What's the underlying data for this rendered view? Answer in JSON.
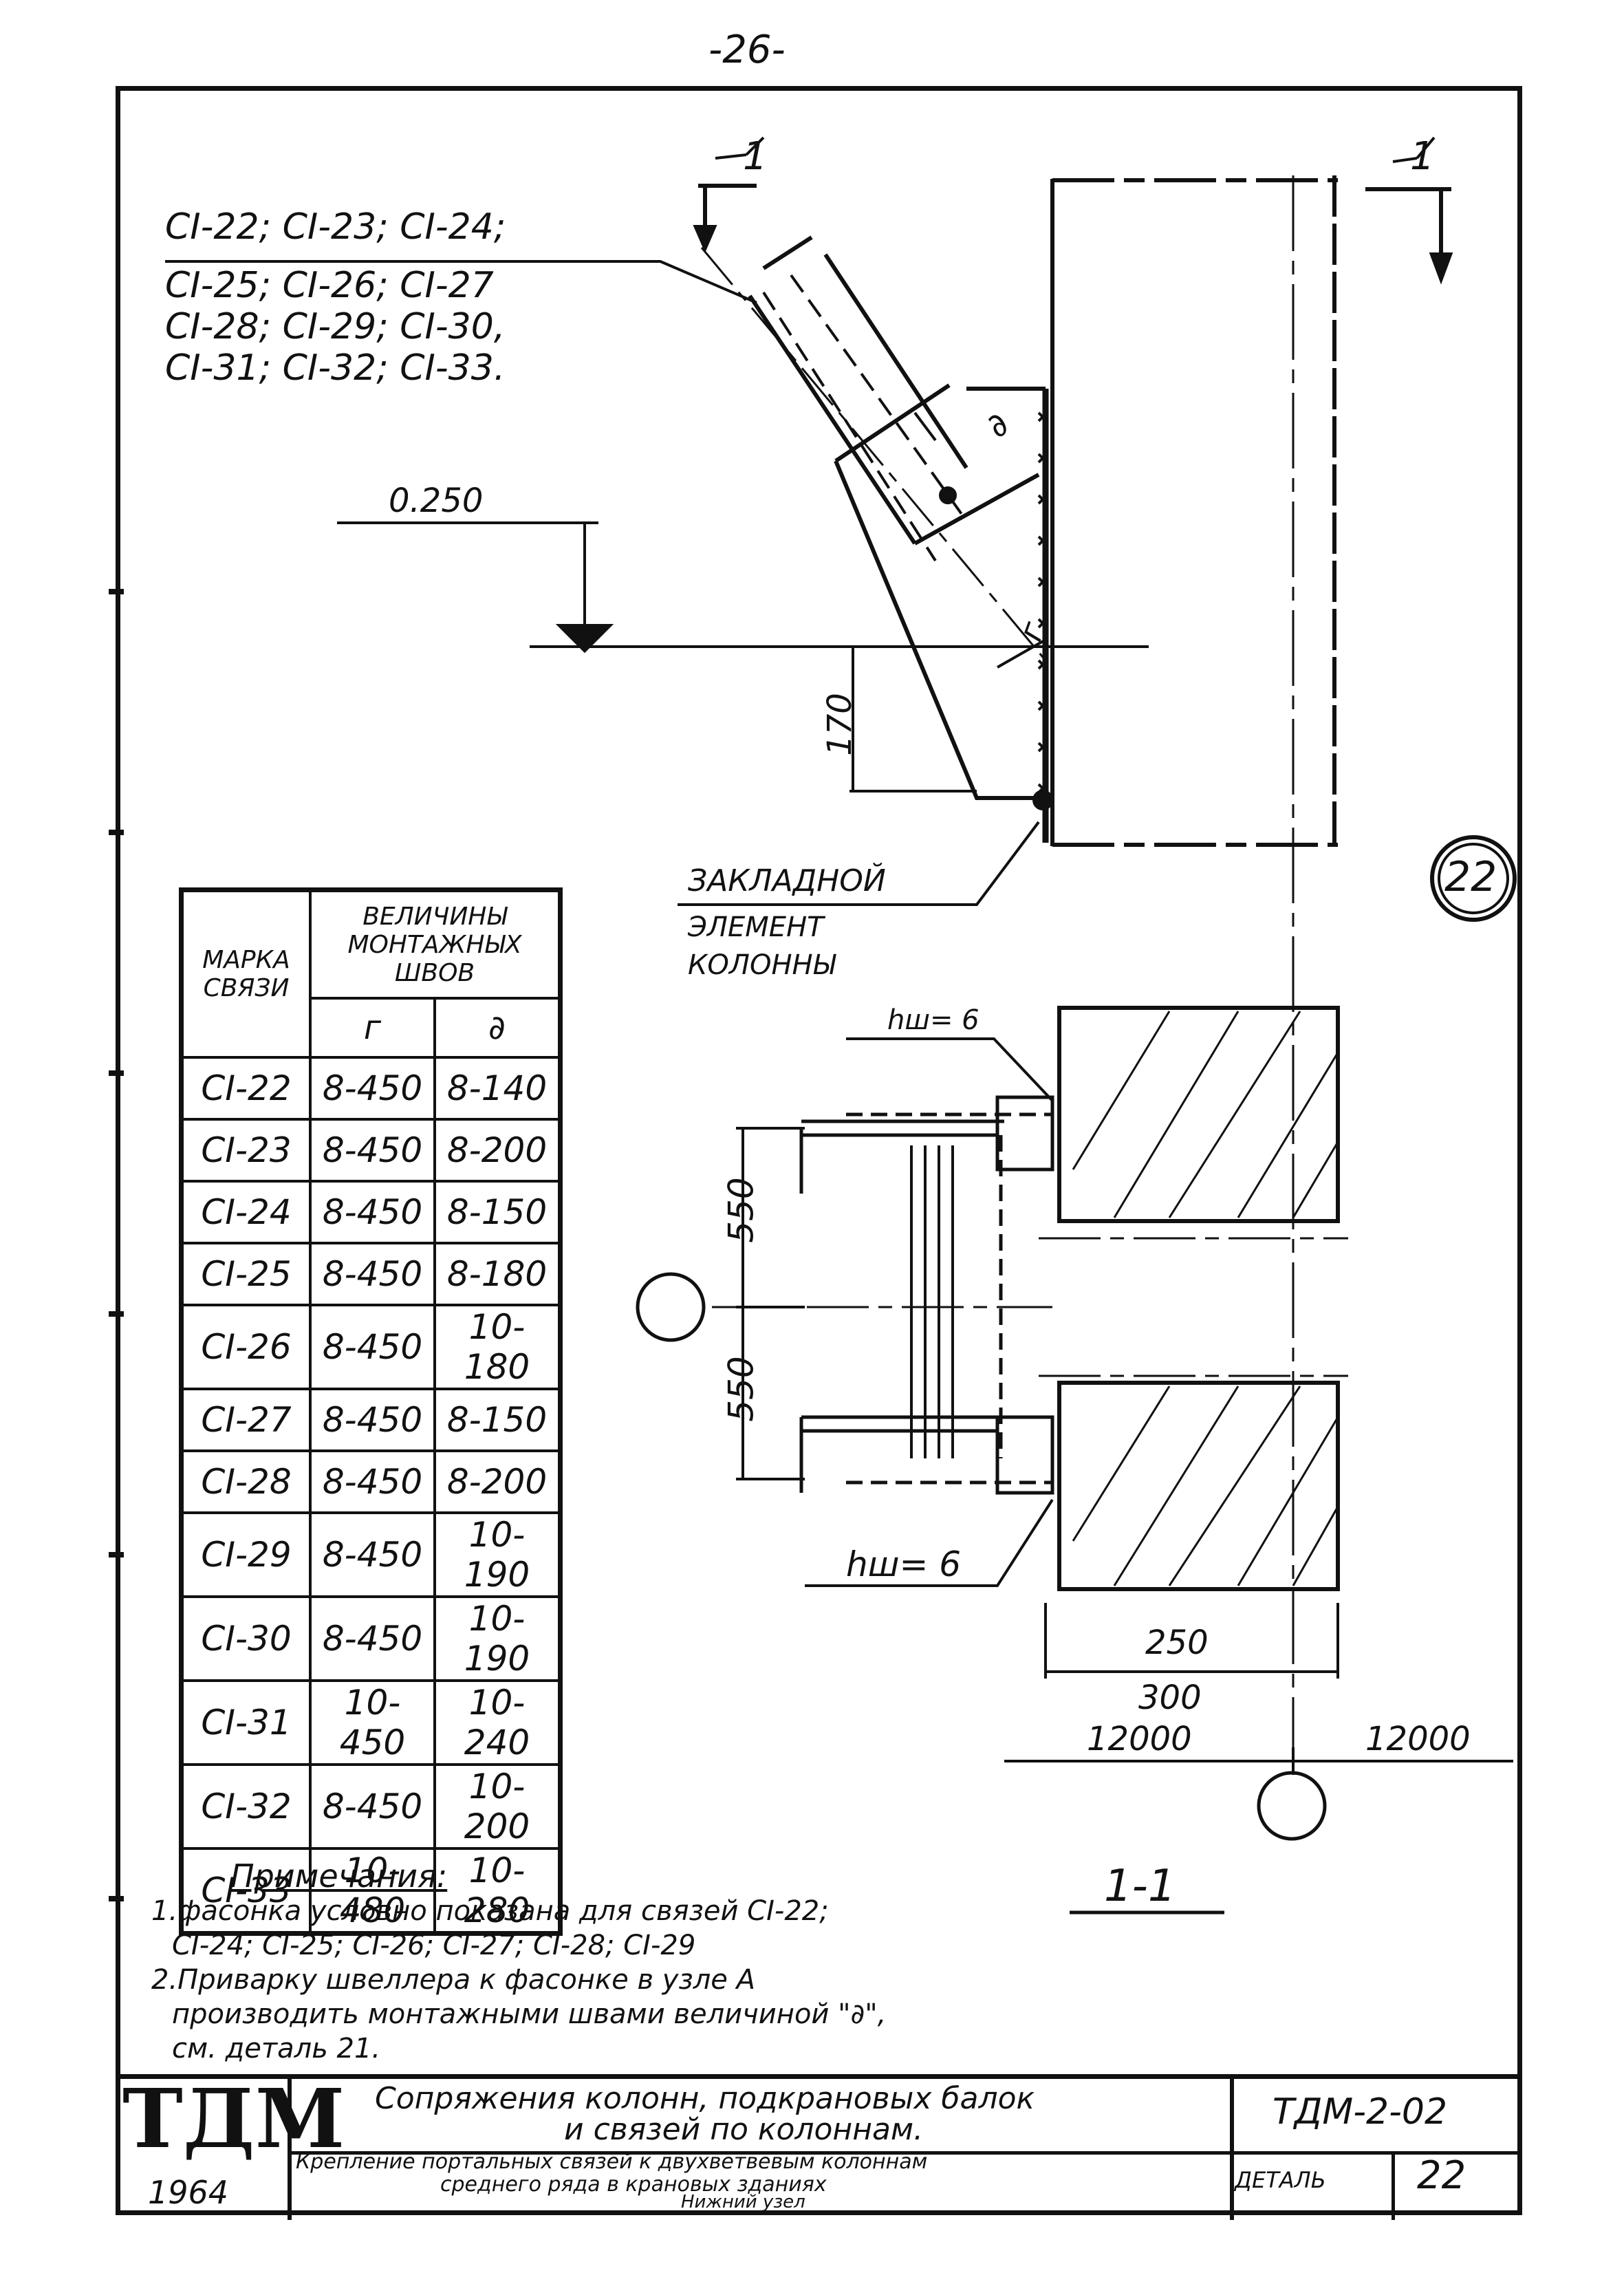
{
  "page_number": "-26-",
  "brace_labels": [
    "CI-22; CI-23; CI-24;",
    "CI-25; CI-26; CI-27",
    "CI-28; CI-29; CI-30,",
    "CI-31; CI-32; CI-33."
  ],
  "section_mark": "1",
  "elevation": "0.250",
  "dim_170": "170",
  "weld_g": "г",
  "weld_d": "∂",
  "embedded_label": [
    "ЗАКЛАДНОЙ",
    "ЭЛЕМЕНТ",
    "КОЛОННЫ"
  ],
  "detail_number": "22",
  "weld_height_top": "hш= 6",
  "weld_height_bottom": "hш= 6",
  "dims": {
    "d550_top": "550",
    "d550_bottom": "550",
    "d250": "250",
    "d300": "300",
    "d12000_left": "12000",
    "d12000_right": "12000"
  },
  "section_title": "1-1",
  "table": {
    "col_mark": [
      "МАРКА",
      "СВЯЗИ"
    ],
    "col_group": [
      "ВЕЛИЧИНЫ",
      "МОНТАЖНЫХ",
      "ШВОВ"
    ],
    "col_g": "г",
    "col_d": "∂",
    "rows": [
      [
        "CI-22",
        "8-450",
        "8-140"
      ],
      [
        "CI-23",
        "8-450",
        "8-200"
      ],
      [
        "CI-24",
        "8-450",
        "8-150"
      ],
      [
        "CI-25",
        "8-450",
        "8-180"
      ],
      [
        "CI-26",
        "8-450",
        "10-180"
      ],
      [
        "CI-27",
        "8-450",
        "8-150"
      ],
      [
        "CI-28",
        "8-450",
        "8-200"
      ],
      [
        "CI-29",
        "8-450",
        "10-190"
      ],
      [
        "CI-30",
        "8-450",
        "10-190"
      ],
      [
        "CI-31",
        "10-450",
        "10-240"
      ],
      [
        "CI-32",
        "8-450",
        "10-200"
      ],
      [
        "CI-33",
        "10-480",
        "10-280"
      ]
    ]
  },
  "notes_title": "Примечания:",
  "notes": [
    "1.фасонка условно показана для связей CI-22;",
    "CI-24; CI-25; CI-26; CI-27; CI-28; CI-29",
    "2.Приварку швеллера к фасонке в узле А",
    "производить монтажными швами величиной \"∂\",",
    "см. деталь 21."
  ],
  "title_block": {
    "logo": "ТДМ",
    "year": "1964",
    "title_main_1": "Сопряжения колонн, подкрановых балок",
    "title_main_2": "и связей по колоннам.",
    "title_sub_1": "Крепление портальных связей к двухветвевым колоннам",
    "title_sub_2": "среднего ряда в крановых зданиях",
    "title_sub_3": "Нижний узел",
    "code": "ТДМ-2-02",
    "detail_label": "ДЕТАЛЬ",
    "detail_no": "22"
  }
}
